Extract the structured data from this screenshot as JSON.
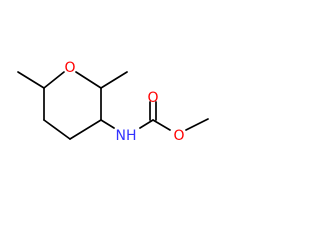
{
  "molecule": {
    "atoms": {
      "ring_oxygen": {
        "symbol": "O",
        "color": "#ff0000"
      },
      "carbonyl_oxygen": {
        "symbol": "O",
        "color": "#ff0000"
      },
      "ester_oxygen": {
        "symbol": "O",
        "color": "#ff0000"
      },
      "amine_nh": {
        "symbol": "NH",
        "color": "#3333ff"
      }
    },
    "bond_color": "#000000"
  }
}
